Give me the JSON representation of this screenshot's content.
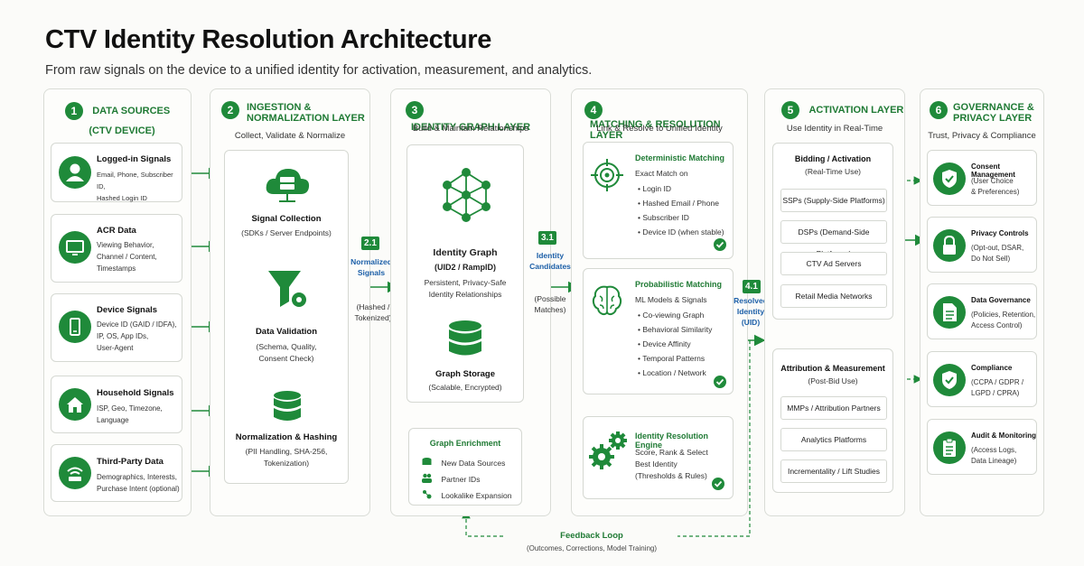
{
  "title": "CTV Identity Resolution Architecture",
  "subtitle": "From raw signals on the device to a unified identity for activation, measurement, and analytics.",
  "colors": {
    "accent": "#1f8a3a",
    "accent_dark": "#1f7a34",
    "link_blue": "#1c5fa8"
  },
  "col1": {
    "num": "1",
    "title": "DATA SOURCES",
    "title2": "(CTV DEVICE)",
    "cards": [
      {
        "icon": "user-icon",
        "title": "Logged-in Signals",
        "lines": [
          "Email, Phone, Subscriber ID,",
          "Hashed Login ID"
        ]
      },
      {
        "icon": "tv-icon",
        "title": "ACR Data",
        "lines": [
          "Viewing Behavior,",
          "Channel / Content,",
          "Timestamps"
        ]
      },
      {
        "icon": "device-icon",
        "title": "Device Signals",
        "lines": [
          "Device ID (GAID / IDFA),",
          "IP, OS, App IDs,",
          "User-Agent"
        ]
      },
      {
        "icon": "home-icon",
        "title": "Household Signals",
        "lines": [
          "ISP, Geo, Timezone,",
          "Language"
        ]
      },
      {
        "icon": "wifi-icon",
        "title": "Third-Party Data",
        "lines": [
          "Demographics, Interests,",
          "Purchase Intent (optional)"
        ]
      }
    ]
  },
  "col2": {
    "num": "2",
    "title": "INGESTION &",
    "title2": "NORMALIZATION LAYER",
    "sub": "Collect, Validate & Normalize",
    "steps": [
      {
        "icon": "cloud-server-icon",
        "title": "Signal Collection",
        "lines": [
          "(SDKs / Server Endpoints)"
        ]
      },
      {
        "icon": "funnel-gear-icon",
        "title": "Data Validation",
        "lines": [
          "(Schema, Quality,",
          "Consent Check)"
        ]
      },
      {
        "icon": "database-icon",
        "title": "Normalization & Hashing",
        "lines": [
          "(PII Handling, SHA-256,",
          "Tokenization)"
        ]
      }
    ]
  },
  "edge21": {
    "badge": "2.1",
    "label1": "Normalized",
    "label2": "Signals",
    "sub1": "(Hashed /",
    "sub2": "Tokenized)"
  },
  "col3": {
    "num": "3",
    "title": "IDENTITY GRAPH LAYER",
    "sub": "Build & Maintain Relationships",
    "graph": {
      "icon": "network-graph-icon",
      "title": "Identity Graph",
      "line1": "(UID2 / RampID)",
      "line2": "Persistent, Privacy-Safe",
      "line3": "Identity Relationships"
    },
    "storage": {
      "icon": "database-icon",
      "title": "Graph Storage",
      "line1": "(Scalable, Encrypted)"
    },
    "enrichment": {
      "title": "Graph Enrichment",
      "items": [
        "New Data Sources",
        "Partner IDs",
        "Lookalike Expansion"
      ]
    }
  },
  "edge31": {
    "badge": "3.1",
    "label1": "Identity",
    "label2": "Candidates",
    "sub1": "(Possible",
    "sub2": "Matches)"
  },
  "col4": {
    "num": "4",
    "title": "MATCHING & RESOLUTION LAYER",
    "sub": "Link & Resolve to Unified Identity",
    "deterministic": {
      "icon": "target-icon",
      "title": "Deterministic Matching",
      "intro": "Exact Match on",
      "items": [
        "Login ID",
        "Hashed Email / Phone",
        "Subscriber ID",
        "Device ID (when stable)"
      ]
    },
    "probabilistic": {
      "icon": "brain-icon",
      "title": "Probabilistic Matching",
      "intro": "ML Models & Signals",
      "items": [
        "Co-viewing Graph",
        "Behavioral Similarity",
        "Device Affinity",
        "Temporal Patterns",
        "Location / Network"
      ]
    },
    "engine": {
      "icon": "gears-icon",
      "title": "Identity Resolution Engine",
      "lines": [
        "Score, Rank & Select",
        "Best Identity",
        "(Thresholds & Rules)"
      ]
    }
  },
  "edge41": {
    "badge": "4.1",
    "label1": "Resolved",
    "label2": "Identity",
    "label3": "(UID)"
  },
  "col5": {
    "num": "5",
    "title": "ACTIVATION LAYER",
    "sub": "Use Identity in Real-Time",
    "bidding": {
      "title": "Bidding / Activation",
      "sub": "(Real-Time Use)",
      "items": [
        "SSPs (Supply-Side Platforms)",
        "DSPs (Demand-Side Platforms)",
        "CTV Ad Servers",
        "Retail Media Networks"
      ]
    },
    "attribution": {
      "title": "Attribution & Measurement",
      "sub": "(Post-Bid Use)",
      "items": [
        "MMPs / Attribution Partners",
        "Analytics Platforms",
        "Incrementality / Lift Studies"
      ]
    }
  },
  "col6": {
    "num": "6",
    "title": "GOVERNANCE &",
    "title2": "PRIVACY LAYER",
    "sub": "Trust, Privacy & Compliance",
    "cards": [
      {
        "icon": "shield-check-icon",
        "title": "Consent Management",
        "lines": [
          "(User Choice",
          "& Preferences)"
        ]
      },
      {
        "icon": "lock-icon",
        "title": "Privacy Controls",
        "lines": [
          "(Opt-out, DSAR,",
          "Do Not Sell)"
        ]
      },
      {
        "icon": "document-icon",
        "title": "Data Governance",
        "lines": [
          "(Policies, Retention,",
          "Access Control)"
        ]
      },
      {
        "icon": "shield-icon",
        "title": "Compliance",
        "lines": [
          "(CCPA / GDPR /",
          "LGPD / CPRA)"
        ]
      },
      {
        "icon": "clipboard-icon",
        "title": "Audit & Monitoring",
        "lines": [
          "(Access Logs,",
          "Data Lineage)"
        ]
      }
    ]
  },
  "feedback": {
    "title": "Feedback Loop",
    "sub": "(Outcomes, Corrections, Model Training)"
  }
}
